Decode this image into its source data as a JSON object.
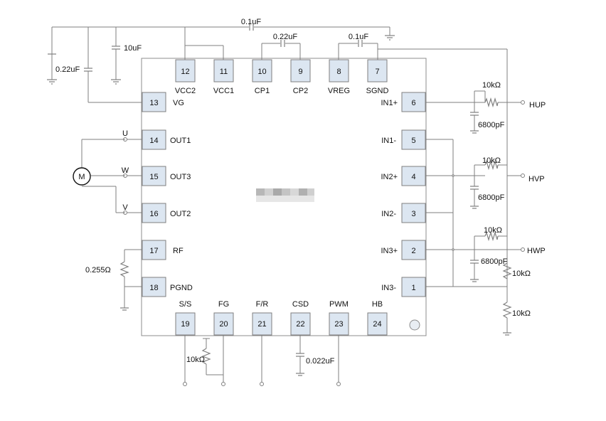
{
  "colors": {
    "wire": "#7f7f7f",
    "pin_fill": "#dce6f1",
    "pin_stroke": "#7f7f7f",
    "text": "#111111"
  },
  "pins": {
    "p1": "1",
    "p2": "2",
    "p3": "3",
    "p4": "4",
    "p5": "5",
    "p6": "6",
    "p7": "7",
    "p8": "8",
    "p9": "9",
    "p10": "10",
    "p11": "11",
    "p12": "12",
    "p13": "13",
    "p14": "14",
    "p15": "15",
    "p16": "16",
    "p17": "17",
    "p18": "18",
    "p19": "19",
    "p20": "20",
    "p21": "21",
    "p22": "22",
    "p23": "23",
    "p24": "24"
  },
  "pin_names": {
    "p1": "IN3-",
    "p2": "IN3+",
    "p3": "IN2-",
    "p4": "IN2+",
    "p5": "IN1-",
    "p6": "IN1+",
    "p7": "SGND",
    "p8": "VREG",
    "p9": "CP2",
    "p10": "CP1",
    "p11": "VCC1",
    "p12": "VCC2",
    "p13": "VG",
    "p14": "OUT1",
    "p15": "OUT3",
    "p16": "OUT2",
    "p17": "RF",
    "p18": "PGND",
    "p19": "S/S",
    "p20": "FG",
    "p21": "F/R",
    "p22": "CSD",
    "p23": "PWM",
    "p24": "HB"
  },
  "components": {
    "c_top": "0.1uF",
    "c_cp": "0.22uF",
    "c_vreg": "0.1uF",
    "c_vcc": "10uF",
    "c_vg": "0.22uF",
    "r_hup": "10kΩ",
    "c_hup": "6800pF",
    "r_hvp": "10kΩ",
    "c_hvp": "6800pF",
    "r_hwp": "10kΩ",
    "c_hwp": "6800pF",
    "r_div1": "10kΩ",
    "r_div2": "10kΩ",
    "r_sense": "0.255Ω",
    "r_fg": "10kΩ",
    "c_csd": "0.022uF"
  },
  "terminals": {
    "hup": "HUP",
    "hvp": "HVP",
    "hwp": "HWP"
  },
  "motor": {
    "label": "M",
    "phase_u": "U",
    "phase_w": "W",
    "phase_v": "V"
  }
}
